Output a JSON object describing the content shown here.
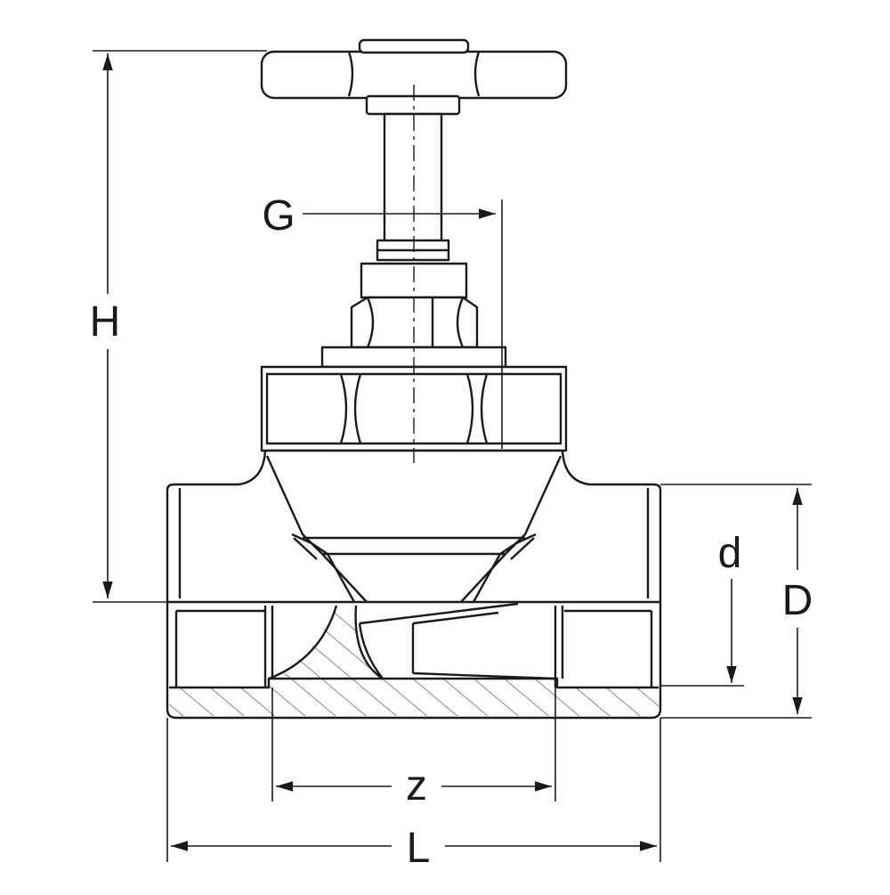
{
  "labels": {
    "H": "H",
    "G": "G",
    "d": "d",
    "D": "D",
    "z": "z",
    "L": "L"
  },
  "colors": {
    "line": "#1a1a1a",
    "hatch": "#555555",
    "background": "#ffffff"
  }
}
